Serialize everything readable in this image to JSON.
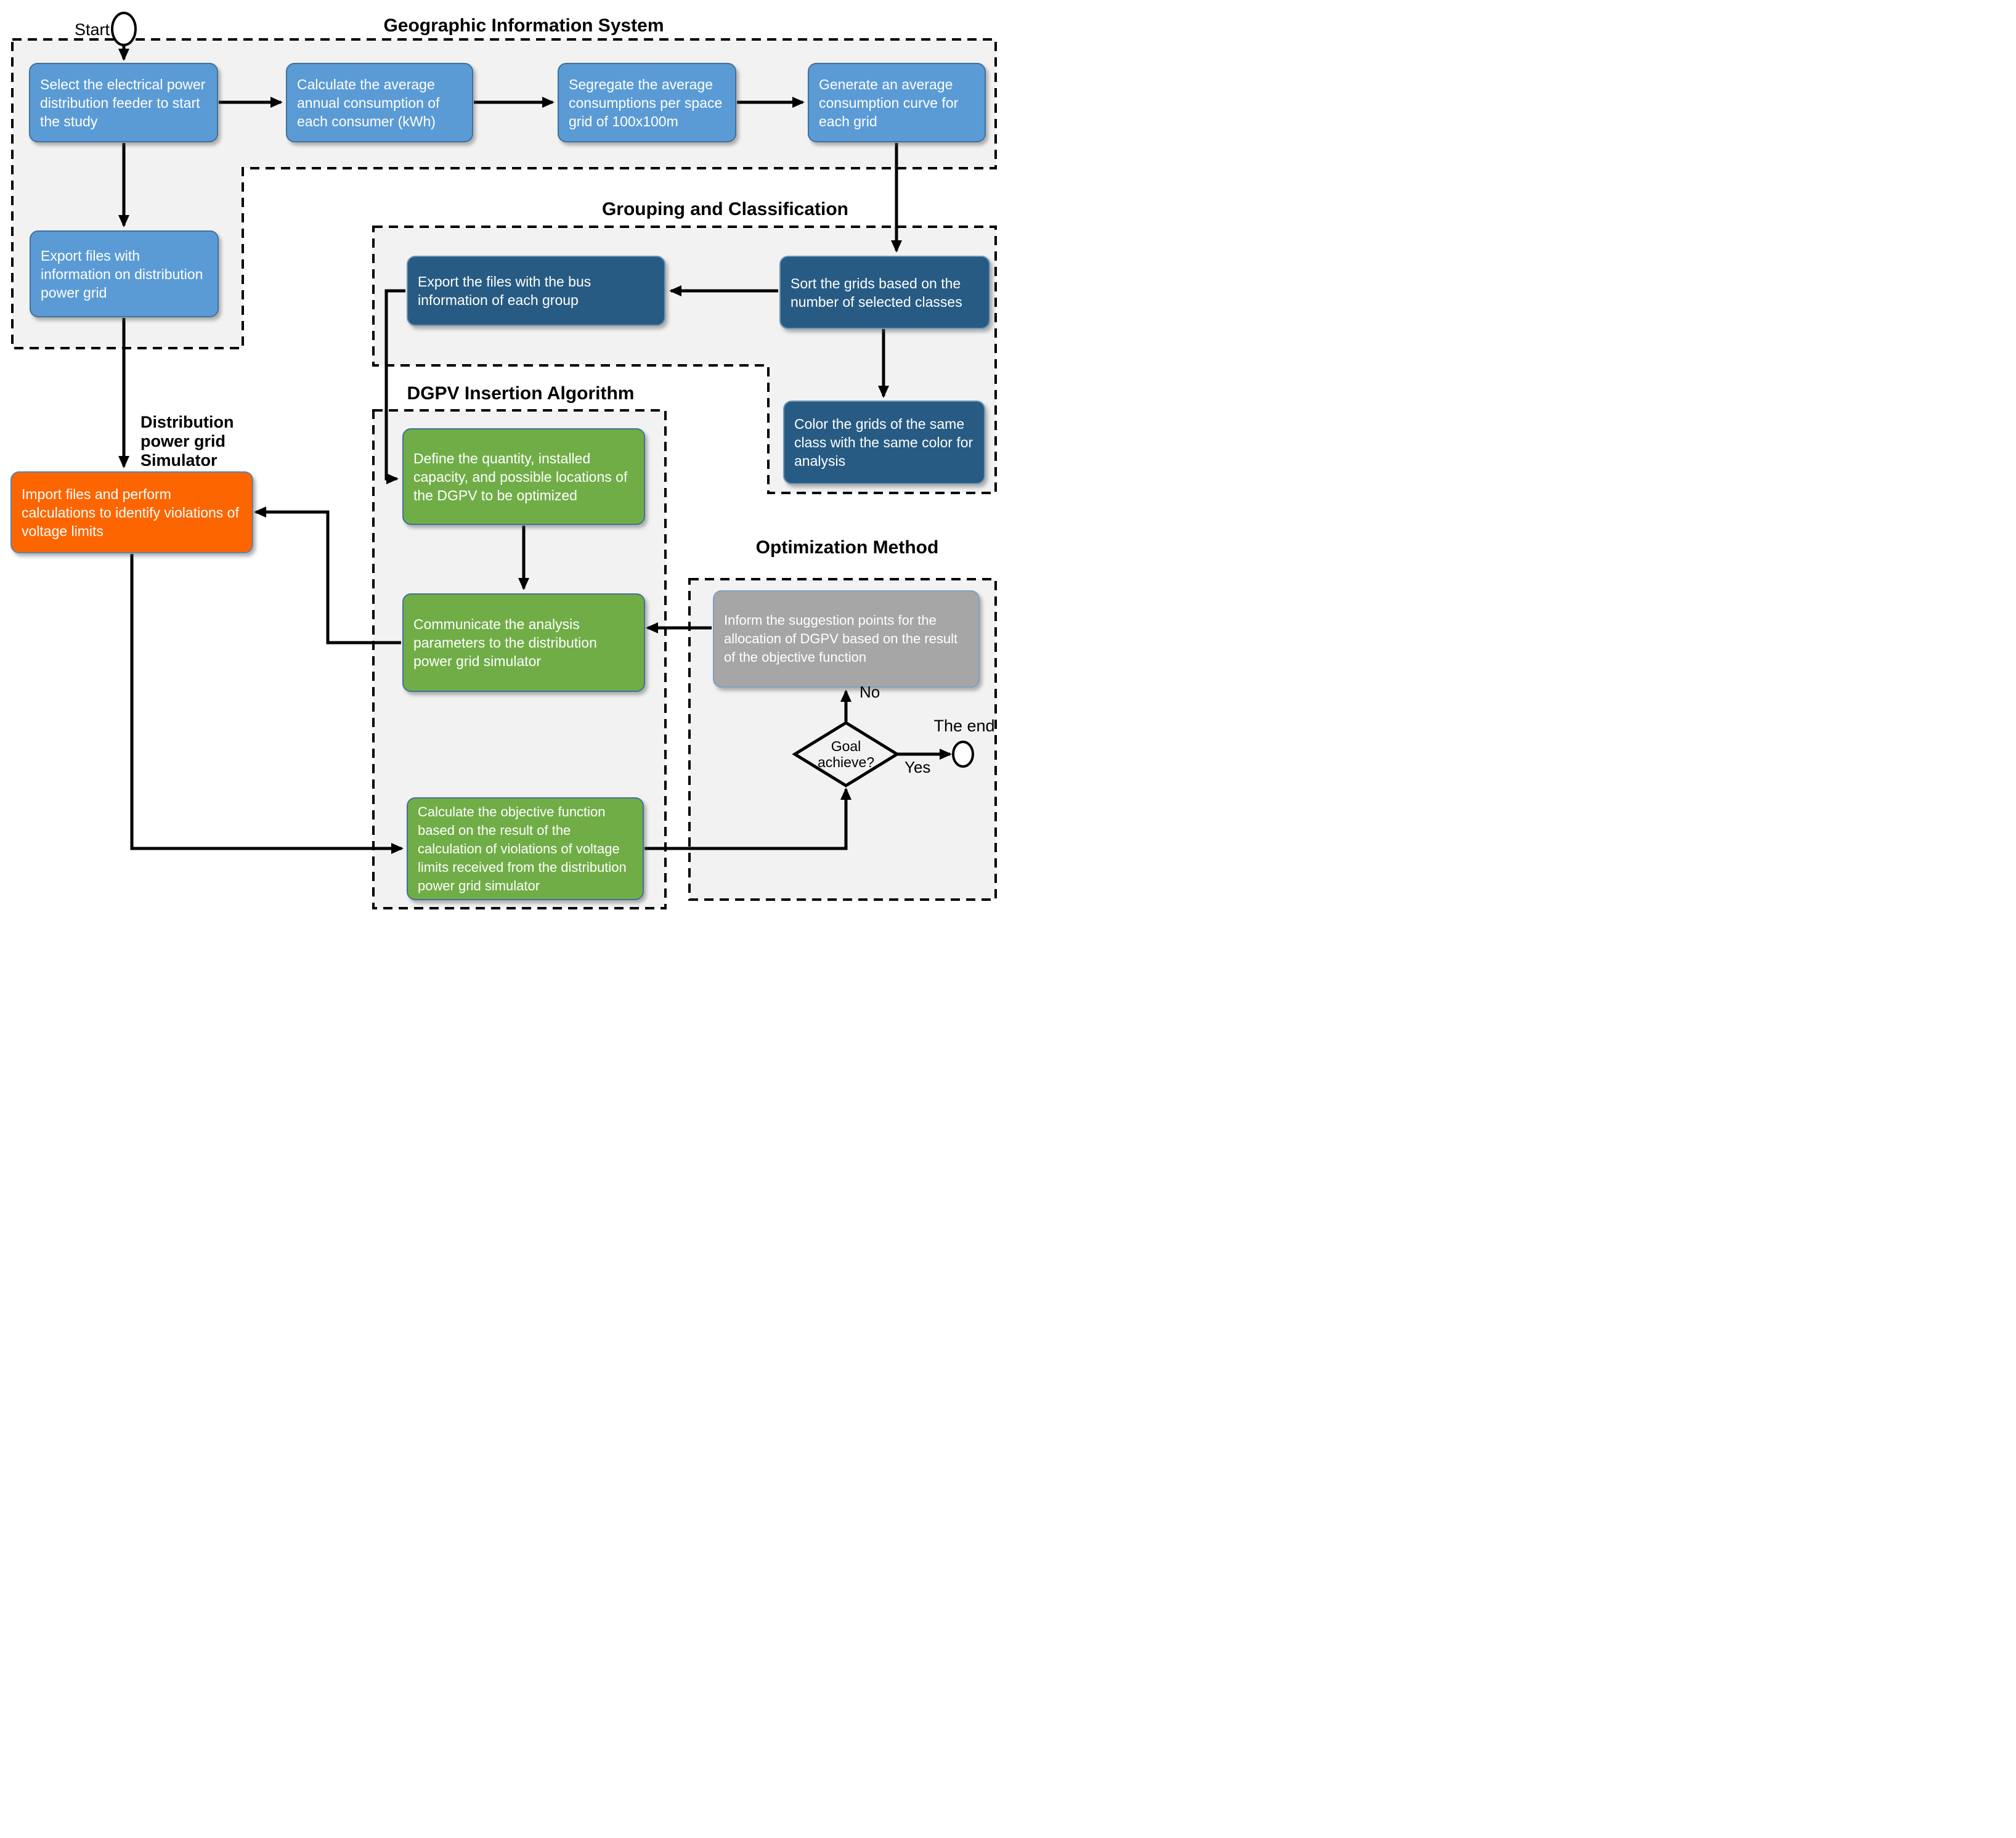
{
  "labels": {
    "start": "Start",
    "the_end": "The end",
    "no": "No",
    "yes": "Yes",
    "goal": "Goal\nachieve?"
  },
  "sections": {
    "gis_title": "Geographic Information System",
    "grouping_title": "Grouping and Classification",
    "dgpv_title": "DGPV Insertion Algorithm",
    "optimization_title": "Optimization Method",
    "simulator_title": "Distribution\npower grid\nSimulator"
  },
  "boxes": {
    "select": "Select the electrical power distribution feeder to start the study",
    "calculate_avg": "Calculate the average annual consumption of each consumer (kWh)",
    "segregate": "Segregate the average consumptions per space grid of 100x100m",
    "generate_curve": "Generate an average consumption curve for each grid",
    "export_files": "Export files with information on distribution power grid",
    "export_bus": "Export the files with the bus information of each group",
    "sort_grids": "Sort the grids based on the number of selected classes",
    "color_grids": "Color the grids of the same class with the same color for analysis",
    "define_dgpv": "Define the quantity, installed capacity, and possible locations of the DGPV to be optimized",
    "communicate": "Communicate the analysis parameters to the distribution power grid simulator",
    "calculate_objective": "Calculate the objective function based on the result of the calculation of violations of voltage limits received from the distribution power grid simulator",
    "inform_points": "Inform the suggestion points for the allocation of DGPV based on the result of the objective function",
    "import_files": "Import files and perform calculations to identify violations of voltage limits"
  },
  "colors": {
    "section_fill": "#f2f2f2",
    "blue_box": "#5b9bd5",
    "blue_box_border": "#41719c",
    "dark_blue_box": "#275b83",
    "green_box": "#70ad47",
    "gray_box": "#a6a6a6",
    "orange_box": "#fd6500",
    "box_text": "#ffffff",
    "line": "#000000"
  }
}
